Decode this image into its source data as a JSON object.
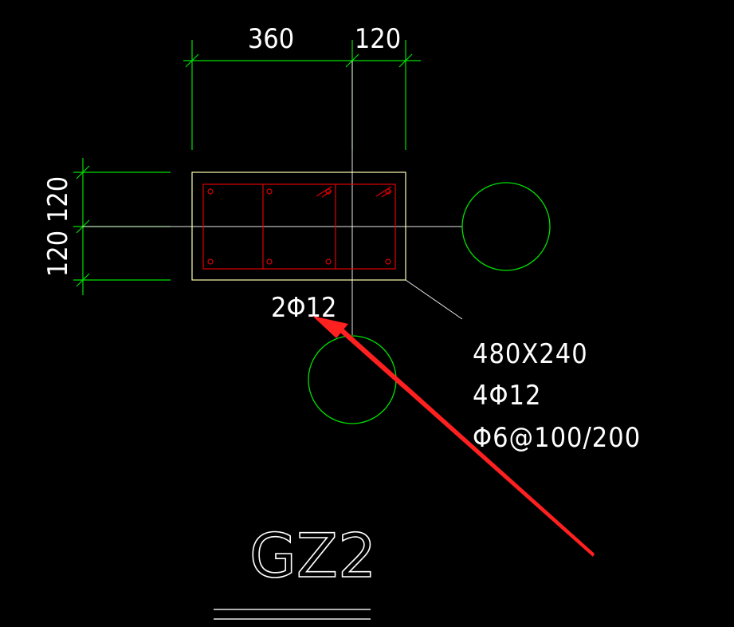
{
  "dimensions": {
    "top_left": "360",
    "top_right": "120",
    "left_upper": "120",
    "left_lower": "120"
  },
  "callout": {
    "bar_label": "2Φ12"
  },
  "notes": {
    "size": "480X240",
    "main_bars": "4Φ12",
    "stirrups": "Φ6@100/200"
  },
  "title": "GZ2",
  "colors": {
    "background": "#000000",
    "dimension_lines": "#00ff00",
    "outline": "#ffffaa",
    "rebar": "#ff0000",
    "text": "#ffffff",
    "arrow": "#ff2020"
  }
}
